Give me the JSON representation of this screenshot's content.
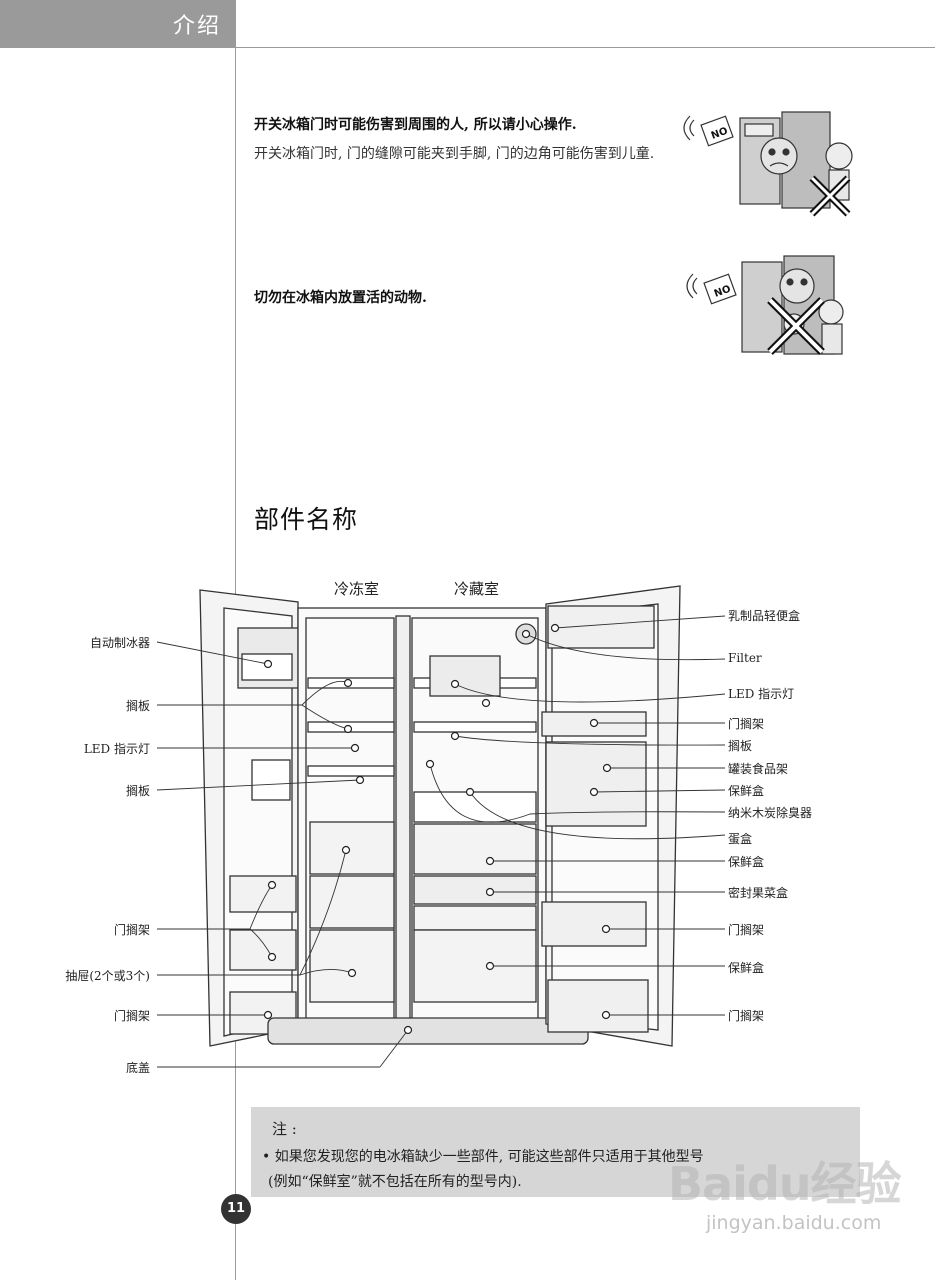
{
  "header": {
    "section_tab": "介绍"
  },
  "warnings": [
    {
      "title": "开关冰箱门时可能伤害到周围的人, 所以请小心操作.",
      "body": "开关冰箱门时, 门的缝隙可能夹到手脚, 门的边角可能伤害到儿童.",
      "badge": "NO"
    },
    {
      "title": "切勿在冰箱内放置活的动物.",
      "body": "",
      "badge": "NO"
    }
  ],
  "parts": {
    "title": "部件名称",
    "compartments": {
      "freezer": "冷冻室",
      "fridge": "冷藏室"
    },
    "left_labels": [
      "自动制冰器",
      "搁板",
      "LED 指示灯",
      "搁板",
      "门搁架",
      "抽屉(2个或3个)",
      "门搁架",
      "底盖"
    ],
    "right_labels": [
      "乳制品轻便盒",
      "Filter",
      "LED 指示灯",
      "门搁架",
      "搁板",
      "罐装食品架",
      "保鲜盒",
      "纳米木炭除臭器",
      "蛋盒",
      "保鲜盒",
      "密封果菜盒",
      "门搁架",
      "保鲜盒",
      "门搁架"
    ]
  },
  "note": {
    "title": "注 :",
    "line1": "• 如果您发现您的电冰箱缺少一些部件, 可能这些部件只适用于其他型号",
    "line2": "(例如“保鲜室”就不包括在所有的型号内)."
  },
  "page_number": "11",
  "watermark": {
    "brand": "Baidu经验",
    "url": "jingyan.baidu.com"
  }
}
